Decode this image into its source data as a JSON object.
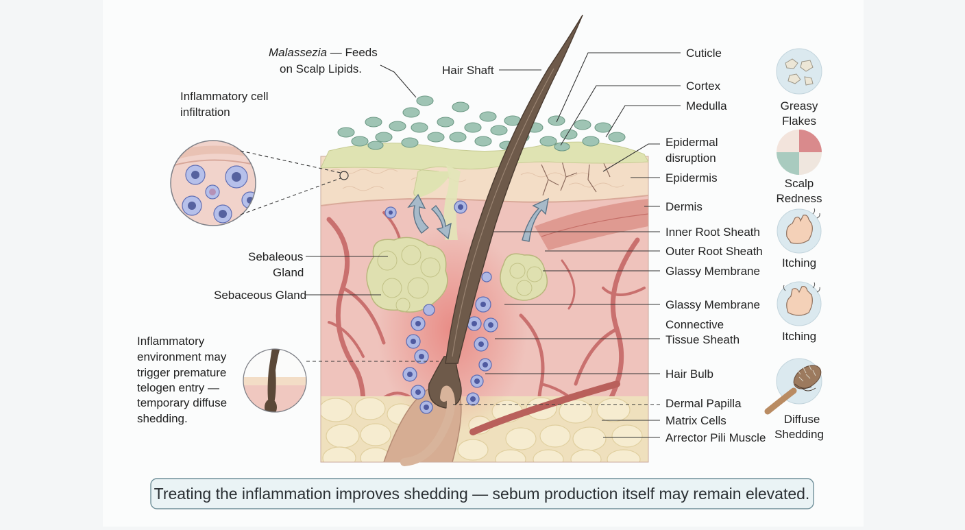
{
  "labels": {
    "malassezia_italic": "Malassezia",
    "malassezia_rest": " — Feeds",
    "malassezia_line2": "on Scalp Lipids.",
    "hair_shaft": "Hair Shaft",
    "infiltration_line1": "Inflammatory cell",
    "infiltration_line2": "infiltration",
    "sebaleous_line1": "Sebaleous",
    "sebaleous_line2": "Gland",
    "sebaceous_gland": "Sebaceous Gland",
    "telogen_lines": [
      "Inflammatory",
      "environment may",
      "trigger premature",
      "telogen entry —",
      "temporary diffuse",
      "shedding."
    ],
    "cuticle": "Cuticle",
    "cortex": "Cortex",
    "medulla": "Medulla",
    "epidermal_disruption_line1": "Epidermal",
    "epidermal_disruption_line2": "disruption",
    "epidermis": "Epidermis",
    "dermis": "Dermis",
    "inner_root_sheath": "Inner Root Sheath",
    "outer_root_sheath": "Outer Root Sheath",
    "glassy_membrane_1": "Glassy Membrane",
    "glassy_membrane_2": "Glassy Membrane",
    "connective_line1": "Connective",
    "connective_line2": "Tissue Sheath",
    "hair_bulb": "Hair Bulb",
    "dermal_papilla": "Dermal Papilla",
    "matrix_cells": "Matrix Cells",
    "arrector_pili": "Arrector Pili Muscle"
  },
  "symptoms": [
    {
      "line1": "Greasy",
      "line2": "Flakes",
      "icon": "greasy-flakes-icon"
    },
    {
      "line1": "Scalp",
      "line2": "Redness",
      "icon": "scalp-redness-icon"
    },
    {
      "line1": "Itching",
      "line2": "",
      "icon": "itching-hand-icon"
    },
    {
      "line1": "Itching",
      "line2": "",
      "icon": "itching-hand-icon"
    },
    {
      "line1": "Diffuse",
      "line2": "Shedding",
      "icon": "hairbrush-icon"
    }
  ],
  "caption": "Treating the inflammation improves shedding — sebum production itself may remain elevated.",
  "colors": {
    "dermis": "#efc3bc",
    "epidermis": "#f3ddc6",
    "fat": "#f3e6c4",
    "vessel": "#c9706e",
    "sebum": "#dfe3b2",
    "yeast": "#9fc4b4",
    "hair": "#6e5a4a",
    "immune_cell": "#8f9ad0",
    "redness": "#e48c86"
  }
}
